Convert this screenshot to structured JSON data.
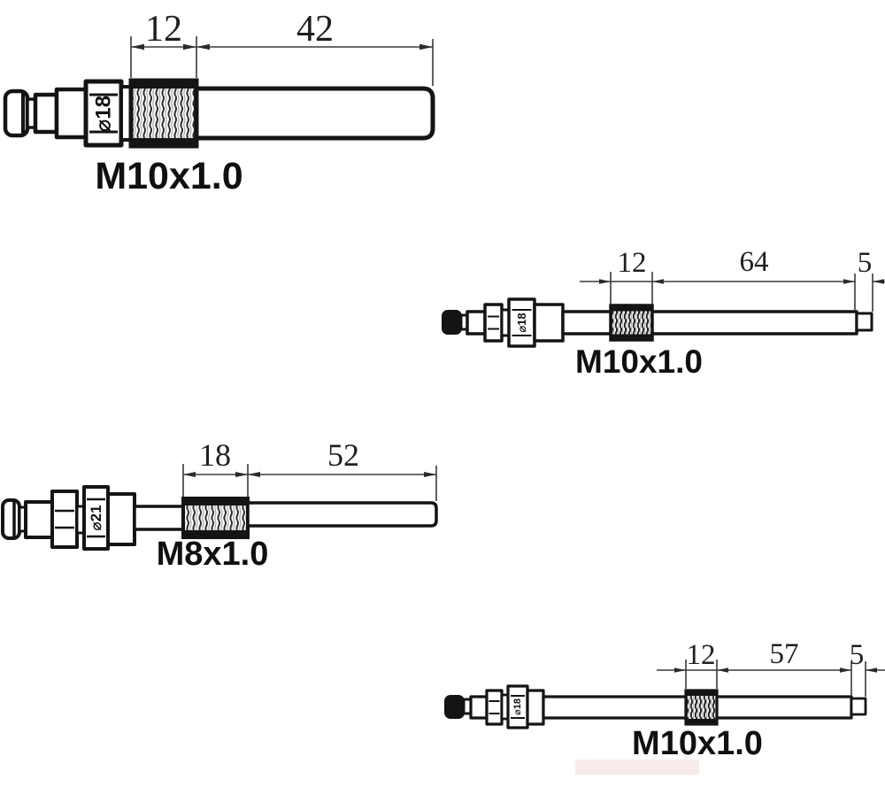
{
  "page": {
    "background_color": "#ffffff",
    "line_color": "#141414",
    "dimension_color": "#3a3a3a"
  },
  "adapters": [
    {
      "position": "top-left",
      "thread_label": "M10x1.0",
      "hex_marking": "⌀18",
      "dim_thread": "12",
      "dim_shaft": "42"
    },
    {
      "position": "middle-right",
      "thread_label": "M10x1.0",
      "hex_marking": "⌀18",
      "dim_thread": "12",
      "dim_shaft": "64",
      "dim_tip": "5"
    },
    {
      "position": "middle-left",
      "thread_label": "M8x1.0",
      "hex_marking": "⌀21",
      "dim_thread": "18",
      "dim_shaft": "52"
    },
    {
      "position": "bottom-right",
      "thread_label": "M10x1.0",
      "hex_marking": "⌀18",
      "dim_thread": "12",
      "dim_shaft": "57",
      "dim_tip": "5"
    }
  ]
}
